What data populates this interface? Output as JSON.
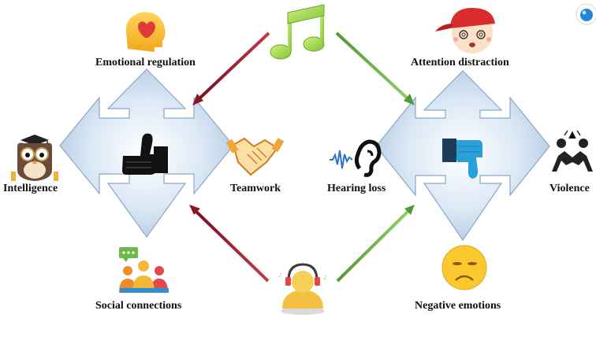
{
  "diagram": {
    "positive_effects": {
      "top": "Emotional regulation",
      "left": "Intelligence",
      "right": "Teamwork",
      "bottom": "Social connections"
    },
    "negative_effects": {
      "top": "Attention distraction",
      "left": "Hearing loss",
      "right": "Violence",
      "bottom": "Negative emotions"
    }
  },
  "icons": {
    "music": "music-note-icon",
    "headphones": "headphones-listener-icon",
    "thumbs_up": "thumbs-up-icon",
    "thumbs_down": "thumbs-down-icon",
    "emotional": "head-heart-icon",
    "intelligence": "owl-graduate-icon",
    "teamwork": "handshake-icon",
    "social": "group-chat-icon",
    "attention": "dizzy-face-icon",
    "hearing": "ear-soundwave-icon",
    "violence": "fighting-icon",
    "negative": "sad-face-icon"
  },
  "colors": {
    "cross_fill": "#c7dcf0",
    "cross_stroke": "#8ba7c4",
    "arrow_red": "#a8202f",
    "arrow_green": "#6ab04c",
    "music_green": "#9bd53a",
    "thumb_down_blue": "#2a9fd8"
  }
}
